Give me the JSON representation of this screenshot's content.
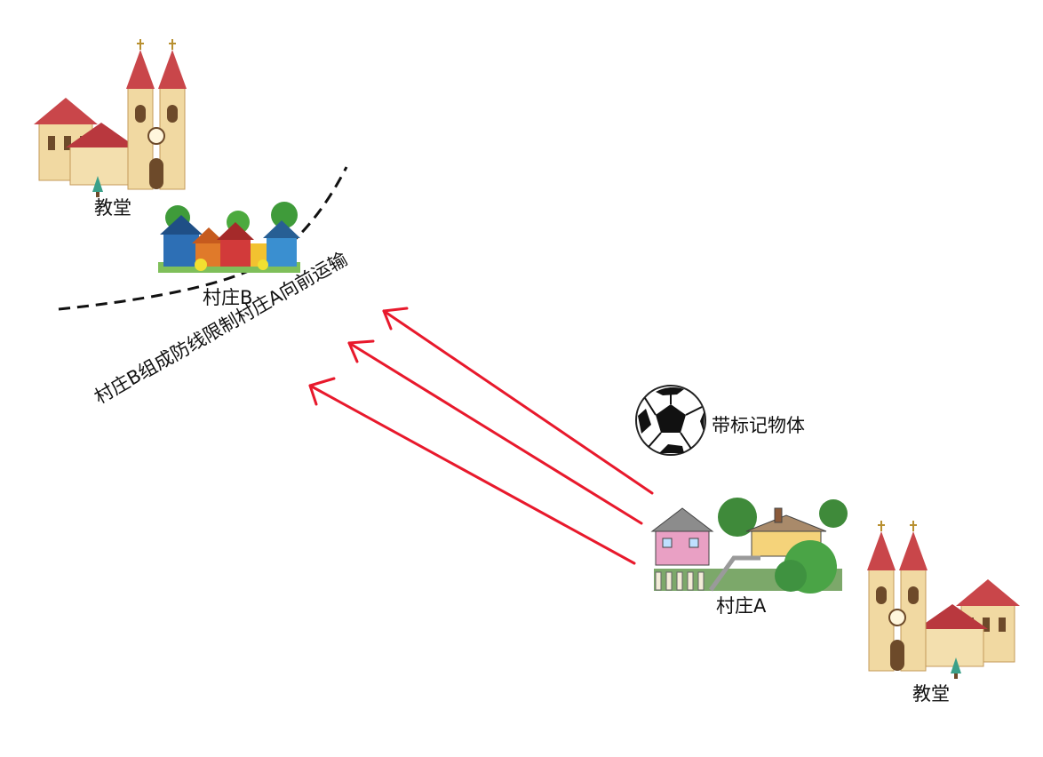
{
  "labels": {
    "church_top_left": "教堂",
    "village_b": "村庄B",
    "defense_caption": "村庄B组成防线限制村庄A向前运输",
    "marked_object": "带标记物体",
    "village_a": "村庄A",
    "church_bottom_right": "教堂"
  },
  "icons": [
    "church-icon",
    "village-b-houses-icon",
    "soccer-ball-icon",
    "village-a-houses-icon",
    "church-icon"
  ],
  "colors": {
    "arrow": "#e8192c",
    "defense_line": "#111111",
    "church_roof": "#c9464a",
    "church_wall": "#f1d9a2",
    "background": "#ffffff"
  }
}
